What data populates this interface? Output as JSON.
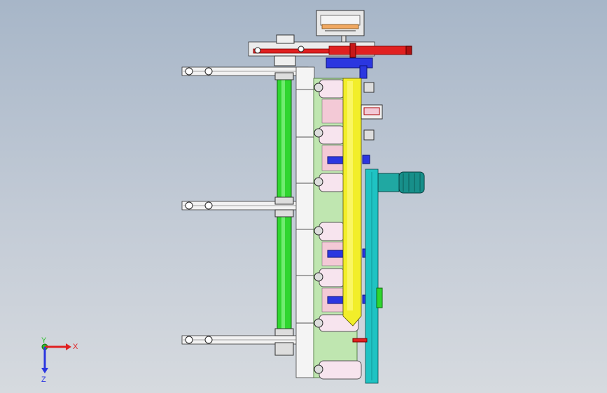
{
  "triad": {
    "x_label": "X",
    "y_label": "Y",
    "z_label": "Z"
  },
  "colors": {
    "background_top": "#a7b6c8",
    "background_bottom": "#d6dadf",
    "green_roller": "#2fd62f",
    "yellow_beam": "#f2ee2a",
    "cyan_plate": "#1fc3c3",
    "motor": "#178f8a",
    "red_cylinder": "#e02020",
    "blue_block": "#2b36e0",
    "light_green_frame": "#bfe6b0",
    "pink_parts": "#f3c9d6"
  }
}
